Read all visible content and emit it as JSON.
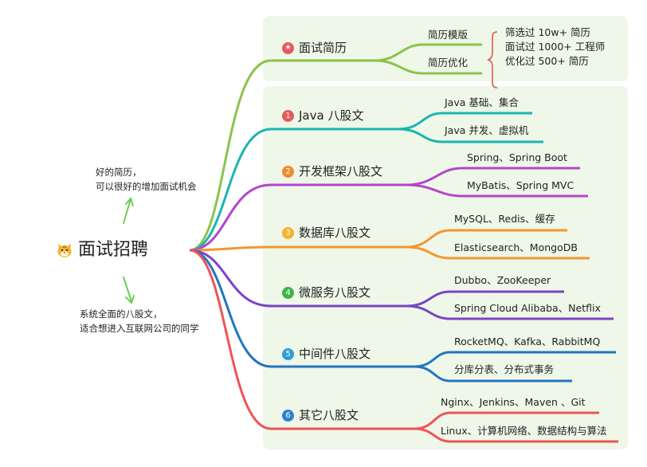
{
  "root": {
    "title": "面试招聘"
  },
  "notes": {
    "top": [
      "好的简历，",
      "可以很好的增加面试机会"
    ],
    "bottom": [
      "系统全面的八股文，",
      "适合想进入互联网公司的同学"
    ]
  },
  "branches": [
    {
      "id": "resume",
      "marker": "★",
      "label": "面试简历",
      "color": "#8bc34a",
      "leaves": [
        "简历模版",
        "简历优化"
      ],
      "details": [
        "筛选过 10w+ 简历",
        "面试过 1000+ 工程师",
        "优化过 500+ 简历"
      ]
    },
    {
      "id": "java",
      "marker": "1",
      "label": "Java 八股文",
      "color": "#1bb5b0",
      "leaves": [
        "Java 基础、集合",
        "Java 并发、虚拟机"
      ]
    },
    {
      "id": "framework",
      "marker": "2",
      "label": "开发框架八股文",
      "color": "#b346c9",
      "leaves": [
        "Spring、Spring Boot",
        "MyBatis、Spring MVC"
      ]
    },
    {
      "id": "database",
      "marker": "3",
      "label": "数据库八股文",
      "color": "#f5962f",
      "leaves": [
        "MySQL、Redis、缓存",
        "Elasticsearch、MongoDB"
      ]
    },
    {
      "id": "microservice",
      "marker": "4",
      "label": "微服务八股文",
      "color": "#7b45c4",
      "leaves": [
        "Dubbo、ZooKeeper",
        "Spring Cloud Alibaba、Netflix"
      ]
    },
    {
      "id": "middleware",
      "marker": "5",
      "label": "中间件八股文",
      "color": "#2175c0",
      "leaves": [
        "RocketMQ、Kafka、RabbitMQ",
        "分库分表、分布式事务"
      ]
    },
    {
      "id": "others",
      "marker": "6",
      "label": "其它八股文",
      "color": "#ee5454",
      "leaves": [
        "Nginx、Jenkins、Maven 、Git",
        "Linux、计算机网络、数据结构与算法"
      ]
    }
  ],
  "colors": {
    "panel": "#eef7e8",
    "marker_star": "#e85a5a",
    "markers": [
      "#e85a5a",
      "#ef8a2c",
      "#f5b32a",
      "#3fb34a",
      "#2d9cdb",
      "#2d7fd0"
    ],
    "arrow": "#6ccf55"
  }
}
